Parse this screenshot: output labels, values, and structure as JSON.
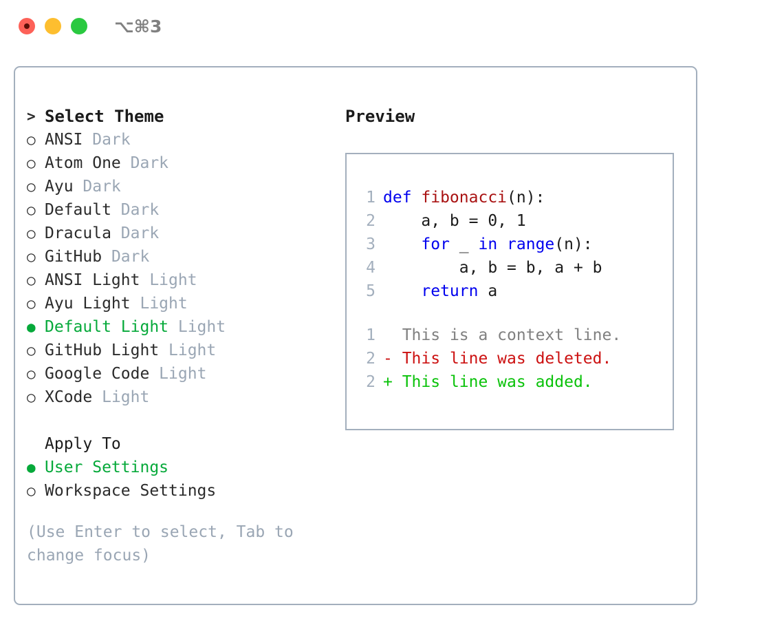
{
  "titlebar": {
    "shortcut": "⌥⌘3",
    "buttons": [
      {
        "name": "close",
        "color": "#fd6158"
      },
      {
        "name": "minimize",
        "color": "#fdbe2f"
      },
      {
        "name": "zoom",
        "color": "#2ac940"
      }
    ]
  },
  "theme_picker": {
    "heading_marker": ">",
    "heading": "Select Theme",
    "selected_marker": "●",
    "unselected_marker": "○",
    "items": [
      {
        "marker": "○",
        "label": "ANSI",
        "tag": "Dark",
        "selected": false
      },
      {
        "marker": "○",
        "label": "Atom One",
        "tag": "Dark",
        "selected": false
      },
      {
        "marker": "○",
        "label": "Ayu",
        "tag": "Dark",
        "selected": false
      },
      {
        "marker": "○",
        "label": "Default",
        "tag": "Dark",
        "selected": false
      },
      {
        "marker": "○",
        "label": "Dracula",
        "tag": "Dark",
        "selected": false
      },
      {
        "marker": "○",
        "label": "GitHub",
        "tag": "Dark",
        "selected": false
      },
      {
        "marker": "○",
        "label": "ANSI Light",
        "tag": "Light",
        "selected": false
      },
      {
        "marker": "○",
        "label": "Ayu Light",
        "tag": "Light",
        "selected": false
      },
      {
        "marker": "●",
        "label": "Default Light",
        "tag": "Light",
        "selected": true
      },
      {
        "marker": "○",
        "label": "GitHub Light",
        "tag": "Light",
        "selected": false
      },
      {
        "marker": "○",
        "label": "Google Code",
        "tag": "Light",
        "selected": false
      },
      {
        "marker": "○",
        "label": "XCode",
        "tag": "Light",
        "selected": false
      }
    ]
  },
  "apply_to": {
    "title": "Apply To",
    "items": [
      {
        "marker": "●",
        "label": "User Settings",
        "selected": true
      },
      {
        "marker": "○",
        "label": "Workspace Settings",
        "selected": false
      }
    ]
  },
  "hint": "(Use Enter to select, Tab to\nchange focus)",
  "preview": {
    "title": "Preview",
    "code_lines": [
      {
        "no": "1",
        "segments": [
          {
            "text": "def ",
            "cls": "kw"
          },
          {
            "text": "fibonacci",
            "cls": "fn"
          },
          {
            "text": "(n):",
            "cls": "pl"
          }
        ]
      },
      {
        "no": "2",
        "segments": [
          {
            "text": "    a, b = 0, 1",
            "cls": "pl"
          }
        ]
      },
      {
        "no": "3",
        "segments": [
          {
            "text": "    ",
            "cls": "pl"
          },
          {
            "text": "for",
            "cls": "kw"
          },
          {
            "text": " _ ",
            "cls": "pl"
          },
          {
            "text": "in range",
            "cls": "kw"
          },
          {
            "text": "(n):",
            "cls": "pl"
          }
        ]
      },
      {
        "no": "4",
        "segments": [
          {
            "text": "        a, b = b, a + b",
            "cls": "pl"
          }
        ]
      },
      {
        "no": "5",
        "segments": [
          {
            "text": "    ",
            "cls": "pl"
          },
          {
            "text": "return",
            "cls": "kw"
          },
          {
            "text": " a",
            "cls": "pl"
          }
        ]
      }
    ],
    "diff_lines": [
      {
        "no": "1",
        "sign": " ",
        "text": "This is a context line.",
        "kind": "diff-ctx"
      },
      {
        "no": "2",
        "sign": "-",
        "text": "This line was deleted.",
        "kind": "diff-del"
      },
      {
        "no": "2",
        "sign": "+",
        "text": "This line was added.",
        "kind": "diff-add"
      }
    ]
  },
  "colors": {
    "accent_green": "#06a93a",
    "muted": "#9aa6b4",
    "border": "#a3afbd",
    "keyword": "#0000ee",
    "function": "#a91212",
    "diff_added": "#0ac20a",
    "diff_deleted": "#cc1111",
    "diff_context": "#808080",
    "text": "#1b1b1b"
  }
}
